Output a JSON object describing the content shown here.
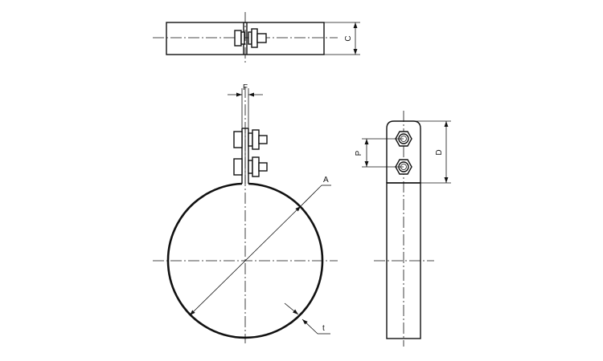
{
  "drawing": {
    "dimension_labels": {
      "c": "C",
      "f": "F",
      "a": "A",
      "t": "t",
      "p": "P",
      "d": "D"
    }
  }
}
